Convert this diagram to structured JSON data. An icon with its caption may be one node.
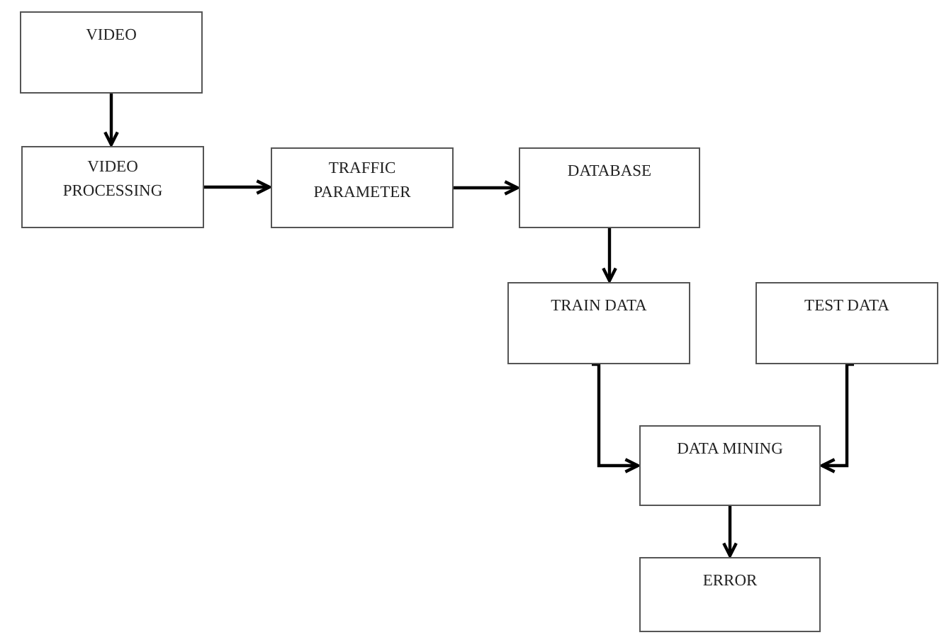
{
  "diagram": {
    "nodes": [
      {
        "text": [
          "VIDEO"
        ]
      },
      {
        "text": [
          "VIDEO PROCESSING"
        ]
      },
      {
        "text": [
          "TRAFFIC PARAMETER"
        ]
      },
      {
        "text": [
          "DATABASE"
        ]
      },
      {
        "text": [
          "TRAIN DATA"
        ]
      },
      {
        "text": [
          "TEST DATA"
        ]
      },
      {
        "text": [
          "DATA MINING"
        ]
      },
      {
        "text": [
          "ERROR"
        ]
      }
    ],
    "edges": [
      {
        "from": 0,
        "to": 1,
        "arrow": "to"
      },
      {
        "from": 1,
        "to": 2,
        "arrow": "to"
      },
      {
        "from": 2,
        "to": 3,
        "arrow": "to"
      },
      {
        "from": 3,
        "to": 4,
        "arrow": "to"
      },
      {
        "from": 4,
        "to": 6,
        "arrow": "to"
      },
      {
        "from": 5,
        "to": 6,
        "arrow": "to"
      },
      {
        "from": 6,
        "to": 7,
        "arrow": "to"
      }
    ]
  }
}
